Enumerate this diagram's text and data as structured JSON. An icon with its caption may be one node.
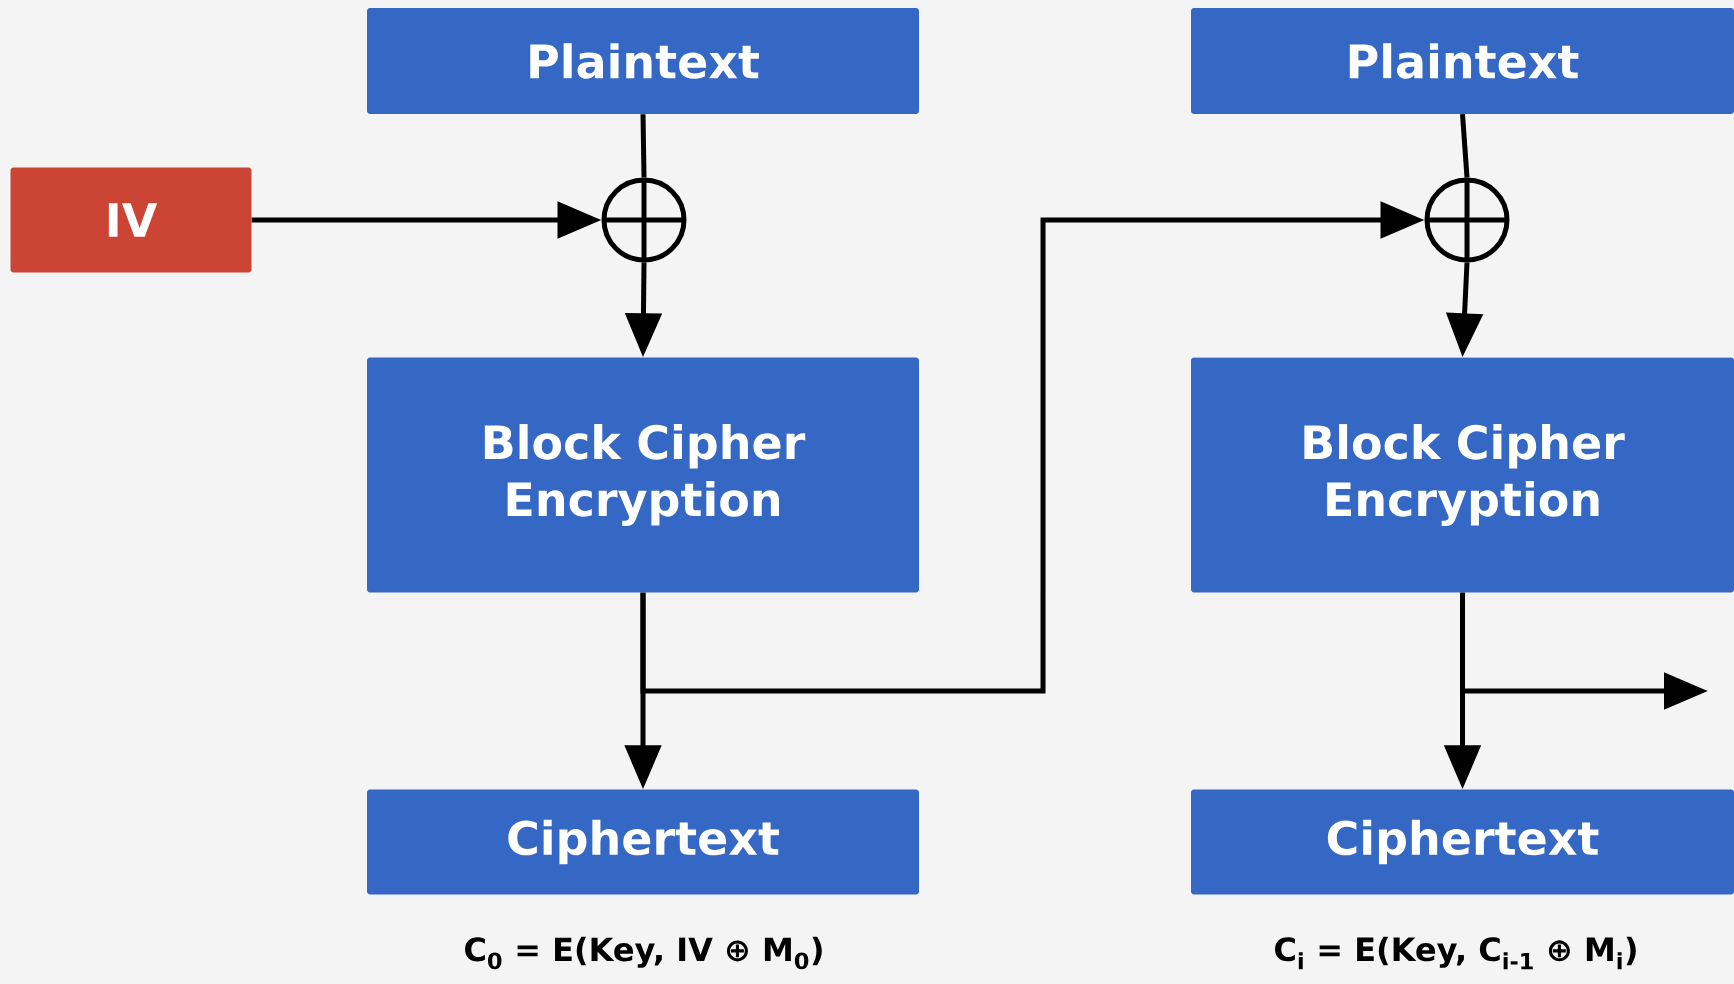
{
  "diagram": {
    "nodes": [
      {
        "text": [
          "Plaintext"
        ]
      },
      {
        "text": [
          "IV"
        ]
      },
      {
        "text": [],
        "shape": "circle"
      },
      {
        "text": [
          "Block Cipher Encryption"
        ]
      },
      {
        "text": [
          "Ciphertext"
        ]
      },
      {
        "text": [
          "Plaintext"
        ]
      },
      {
        "text": [],
        "shape": "circle"
      },
      {
        "text": [
          "Block Cipher Encryption"
        ]
      },
      {
        "text": [
          "Ciphertext"
        ]
      }
    ],
    "edges": [
      {
        "from": 0,
        "to": 2,
        "arrow": "none"
      },
      {
        "from": 1,
        "to": 2,
        "arrow": "to"
      },
      {
        "from": 2,
        "to": 3,
        "arrow": "to"
      },
      {
        "from": 3,
        "to": 4,
        "arrow": "to"
      },
      {
        "from": 3,
        "to": 6,
        "arrow": "to"
      },
      {
        "from": 5,
        "to": 6,
        "arrow": "none"
      },
      {
        "from": 6,
        "to": 7,
        "arrow": "to"
      },
      {
        "from": 7,
        "to": 8,
        "arrow": "to"
      },
      {
        "from": 7,
        "to": null,
        "arrow": "to"
      }
    ],
    "labels": [
      "C$_{0}$ = E(Key, IV ⊕ M$_{0}$)",
      "C$_{i}$ = E(Key, C$_{i-1}$ ⊕ M$_{i}$)"
    ]
  }
}
